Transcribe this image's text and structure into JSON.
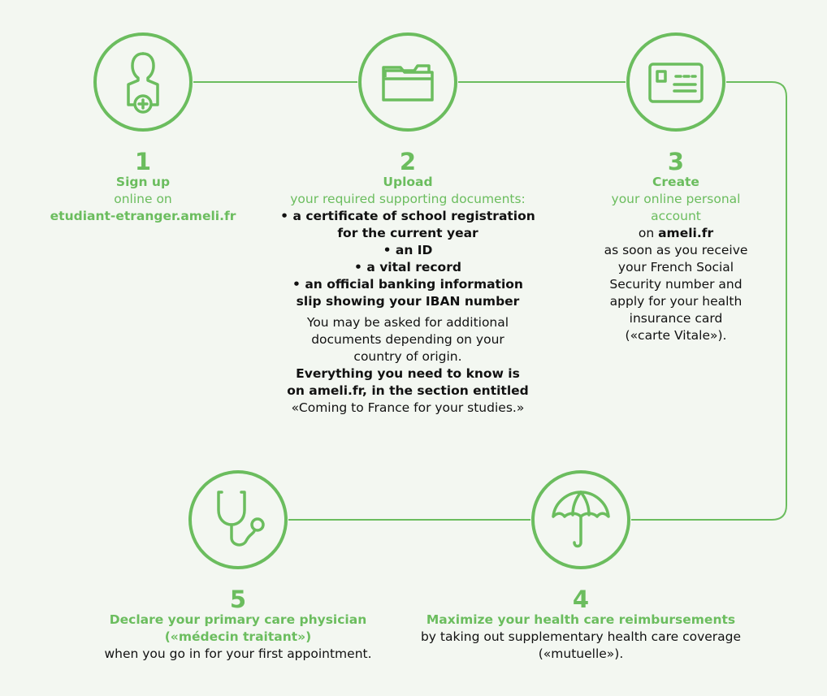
{
  "colors": {
    "accent": "#6bbd5e",
    "background": "#f3f7f1",
    "text": "#111111"
  },
  "steps": [
    {
      "number": "1",
      "icon": "person-plus-icon",
      "title": "Sign up",
      "line1": "online on",
      "line2": "etudiant-etranger.ameli.fr"
    },
    {
      "number": "2",
      "icon": "folder-icon",
      "title": "Upload",
      "subtitle": "your required supporting documents:",
      "items": [
        "• a certificate of school registration",
        "for the current year",
        "• an ID",
        "• a vital record",
        "• an official banking information",
        "slip showing your IBAN number"
      ],
      "note": [
        "You may be asked for additional",
        "documents depending on your",
        "country of origin."
      ],
      "bold_note": [
        "Everything you need to know is",
        "on ameli.fr, in the section entitled"
      ],
      "section_name": "«Coming to France for your studies.»"
    },
    {
      "number": "3",
      "icon": "id-card-icon",
      "title": "Create",
      "subtitle": [
        "your online personal",
        "account"
      ],
      "on_prefix": "on ",
      "on_site": "ameli.fr",
      "body": [
        "as soon as you receive",
        "your French Social",
        "Security number and",
        "apply for your health",
        "insurance card",
        "(«carte Vitale»)."
      ]
    },
    {
      "number": "4",
      "icon": "umbrella-icon",
      "title": "Maximize your health care reimbursements",
      "body": [
        "by taking out supplementary health care coverage",
        "(«mutuelle»)."
      ]
    },
    {
      "number": "5",
      "icon": "stethoscope-icon",
      "title": [
        "Declare your primary care physician",
        "(«médecin traitant»)"
      ],
      "body": "when you go in for your first appointment."
    }
  ]
}
